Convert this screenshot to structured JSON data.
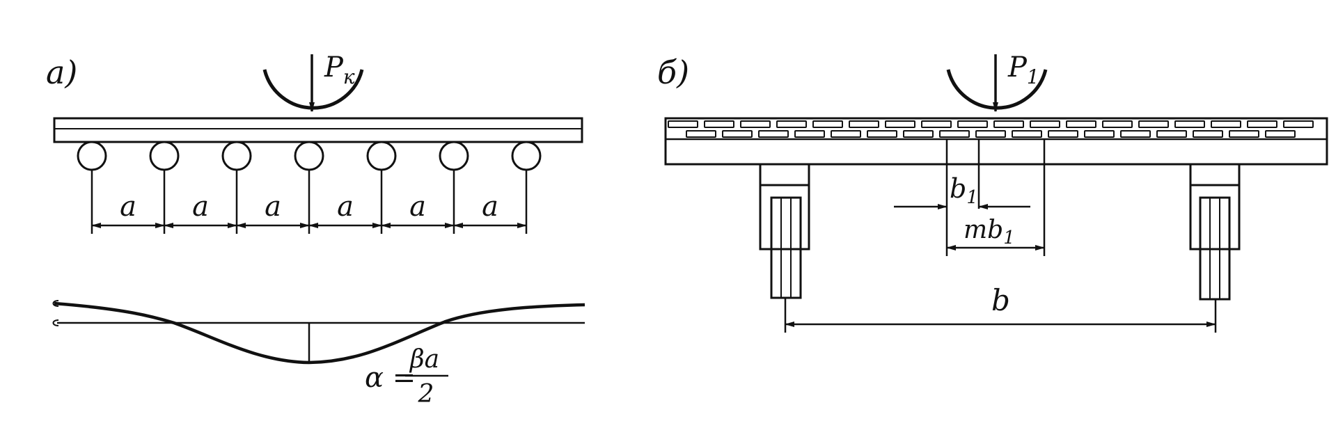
{
  "panel_a": {
    "label": "а)",
    "load_label_base": "P",
    "load_label_sub": "к",
    "spacing_label": "a",
    "spacing_count": 6,
    "formula": {
      "lhs": "α =",
      "numerator": "βa",
      "denominator": "2"
    }
  },
  "panel_b": {
    "label": "б)",
    "load_label_base": "P",
    "load_label_sub": "1",
    "width_label_base": "b",
    "width_label_sub": "1",
    "mwidth_prefix": "m",
    "mwidth_base": "b",
    "mwidth_sub": "1",
    "span_label": "b"
  }
}
